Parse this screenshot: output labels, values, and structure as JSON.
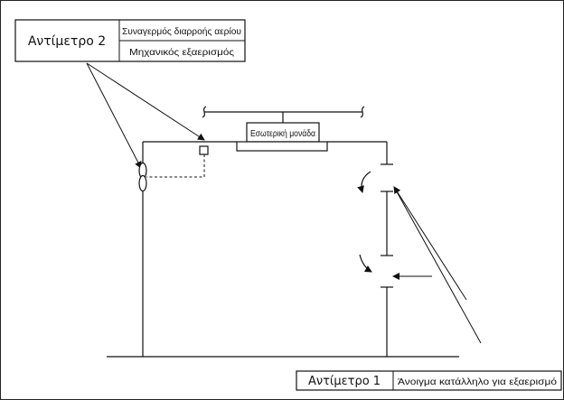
{
  "countermeasure_2": {
    "label": "Αντίμετρο 2",
    "item_1": "Συναγερμός διαρροής αερίου",
    "item_2": "Μηχανικός εξαερισμός"
  },
  "indoor_unit": {
    "label": "Εσωτερική μονάδα"
  },
  "countermeasure_1": {
    "label": "Αντίμετρο 1",
    "description": "Άνοιγμα κατάλληλο για εξαερισμό"
  },
  "colors": {
    "line": "#111111",
    "background": "#ffffff"
  },
  "icons": [
    "fan-icon",
    "gas-sensor-icon",
    "airflow-arrow-icon"
  ]
}
